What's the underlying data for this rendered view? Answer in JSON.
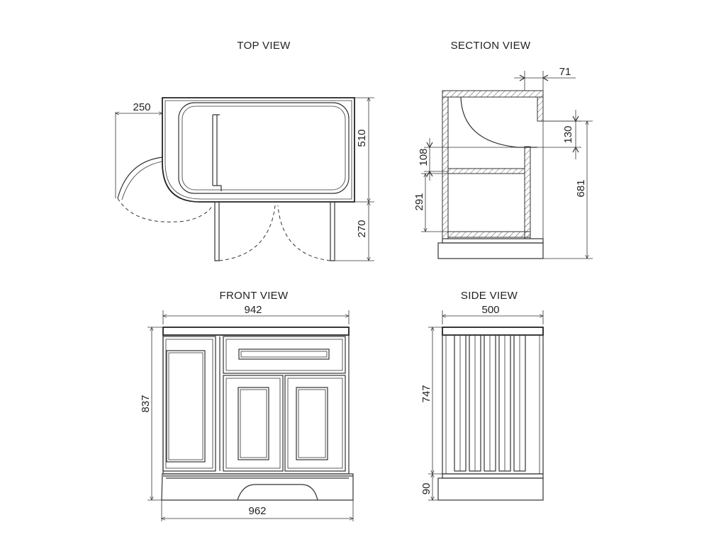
{
  "views": {
    "top": {
      "title": "TOP VIEW",
      "dims": {
        "door_swing": "250",
        "depth": "510",
        "leg_clearance": "270"
      }
    },
    "section": {
      "title": "SECTION VIEW",
      "dims": {
        "top_overhang": "71",
        "basin_depth": "130",
        "shelf_gap": "108",
        "lower_height": "291",
        "total_height": "681"
      }
    },
    "front": {
      "title": "FRONT VIEW",
      "dims": {
        "top_width": "942",
        "total_height": "837",
        "base_width": "962"
      }
    },
    "side": {
      "title": "SIDE VIEW",
      "dims": {
        "width": "500",
        "body_height": "747",
        "plinth_height": "90"
      }
    }
  }
}
